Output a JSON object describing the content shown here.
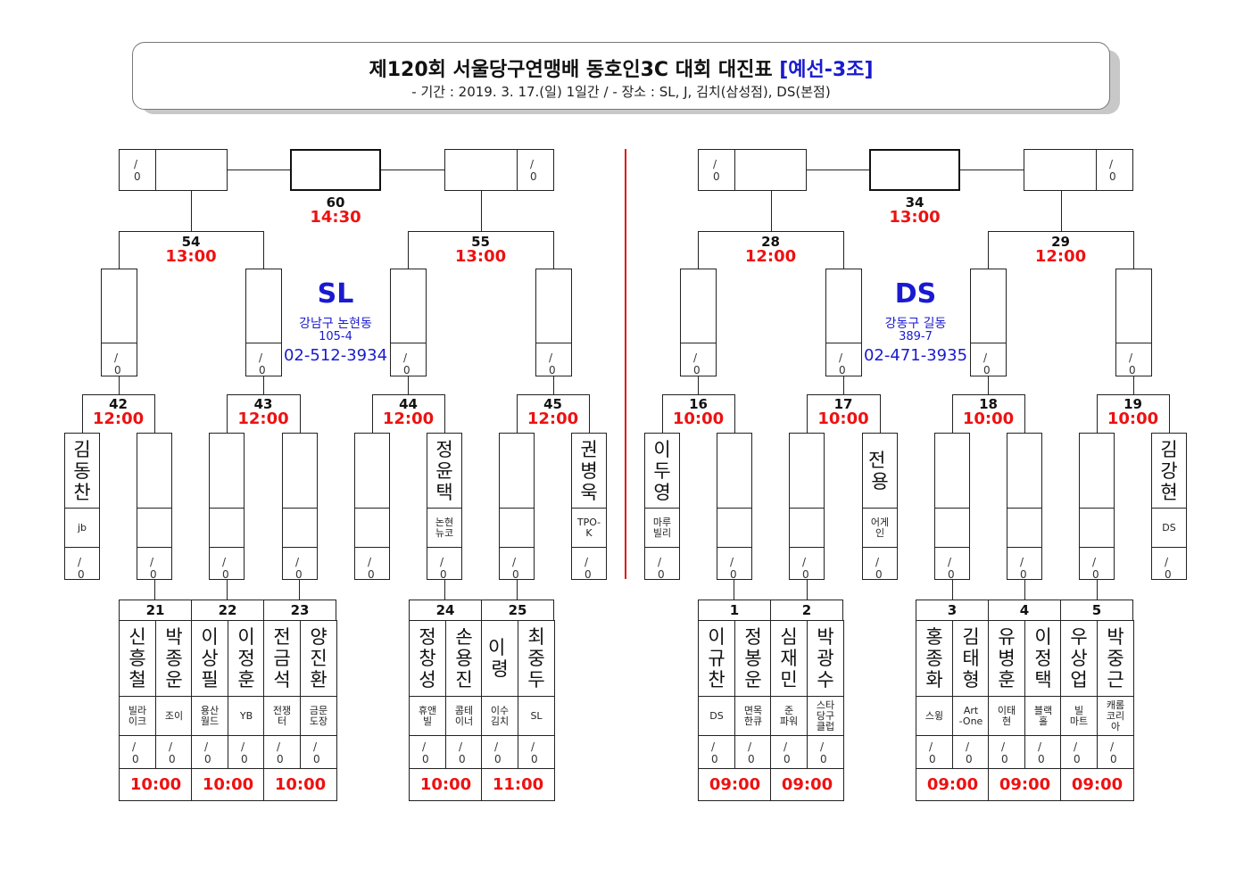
{
  "header": {
    "title": "제120회 서울당구연맹배 동호인3C 대회 대진표",
    "title_tag": "[예선-3조]",
    "subtitle": "-  기간 : 2019. 3. 17.(일)  1일간  /  -  장소 : SL, J, 김치(삼성점), DS(본점)"
  },
  "colors": {
    "time": "#e11111",
    "venue": "#1a1ad0",
    "divider": "#d11111"
  },
  "score_text": "/\n0",
  "venues": {
    "left": {
      "code": "SL",
      "address1": "강남구 논현동",
      "address2": "105-4",
      "phone": "02-512-3934"
    },
    "right": {
      "code": "DS",
      "address1": "강동구 길동",
      "address2": "389-7",
      "phone": "02-471-3935"
    }
  },
  "matches": {
    "m60": {
      "num": "60",
      "time": "14:30"
    },
    "m54": {
      "num": "54",
      "time": "13:00"
    },
    "m55": {
      "num": "55",
      "time": "13:00"
    },
    "m42": {
      "num": "42",
      "time": "12:00"
    },
    "m43": {
      "num": "43",
      "time": "12:00"
    },
    "m44": {
      "num": "44",
      "time": "12:00"
    },
    "m45": {
      "num": "45",
      "time": "12:00"
    },
    "m21": {
      "num": "21",
      "time": "10:00"
    },
    "m22": {
      "num": "22",
      "time": "10:00"
    },
    "m23": {
      "num": "23",
      "time": "10:00"
    },
    "m24": {
      "num": "24",
      "time": "10:00"
    },
    "m25": {
      "num": "25",
      "time": "11:00"
    },
    "m34": {
      "num": "34",
      "time": "13:00"
    },
    "m28": {
      "num": "28",
      "time": "12:00"
    },
    "m29": {
      "num": "29",
      "time": "12:00"
    },
    "m16": {
      "num": "16",
      "time": "10:00"
    },
    "m17": {
      "num": "17",
      "time": "10:00"
    },
    "m18": {
      "num": "18",
      "time": "10:00"
    },
    "m19": {
      "num": "19",
      "time": "10:00"
    },
    "m1": {
      "num": "1",
      "time": "09:00"
    },
    "m2": {
      "num": "2",
      "time": "09:00"
    },
    "m3": {
      "num": "3",
      "time": "09:00"
    },
    "m4": {
      "num": "4",
      "time": "09:00"
    },
    "m5": {
      "num": "5",
      "time": "09:00"
    }
  },
  "seeded_players": {
    "p1": {
      "name": "김동찬",
      "club": "jb"
    },
    "p2": {
      "name": "정윤택",
      "club": "논현\n뉴코"
    },
    "p3": {
      "name": "권병욱",
      "club": "TPO-\nK"
    },
    "p4": {
      "name": "이두영",
      "club": "마루\n빌리"
    },
    "p5": {
      "name": "전 \n용",
      "club": "어게\n인"
    },
    "p6": {
      "name": "김강현",
      "club": "DS"
    }
  },
  "first_round_players": {
    "q1": {
      "name": "신흥철",
      "club": "빌라\n이크"
    },
    "q2": {
      "name": "박종운",
      "club": "조이"
    },
    "q3": {
      "name": "이상필",
      "club": "용산\n월드"
    },
    "q4": {
      "name": "이정훈",
      "club": "YB"
    },
    "q5": {
      "name": "전금석",
      "club": "전쟁\n터"
    },
    "q6": {
      "name": "양진환",
      "club": "금문\n도장"
    },
    "q7": {
      "name": "정창성",
      "club": "휴앤\n빌"
    },
    "q8": {
      "name": "손용진",
      "club": "콤테\n이너"
    },
    "q9": {
      "name": "이 \n령",
      "club": "이수\n김치"
    },
    "q10": {
      "name": "최중두",
      "club": "SL"
    },
    "q11": {
      "name": "이규찬",
      "club": "DS"
    },
    "q12": {
      "name": "정봉운",
      "club": "면목\n한큐"
    },
    "q13": {
      "name": "심재민",
      "club": "준\n파워"
    },
    "q14": {
      "name": "박광수",
      "club": "스타\n당구\n클럽"
    },
    "q15": {
      "name": "홍종화",
      "club": "스윙"
    },
    "q16": {
      "name": "김태형",
      "club": "Art\n-One"
    },
    "q17": {
      "name": "유병훈",
      "club": "이태\n현"
    },
    "q18": {
      "name": "이정택",
      "club": "블랙\n홀"
    },
    "q19": {
      "name": "우상업",
      "club": "빌\n마트"
    },
    "q20": {
      "name": "박중근",
      "club": "캐롬\n코리\n아"
    }
  }
}
